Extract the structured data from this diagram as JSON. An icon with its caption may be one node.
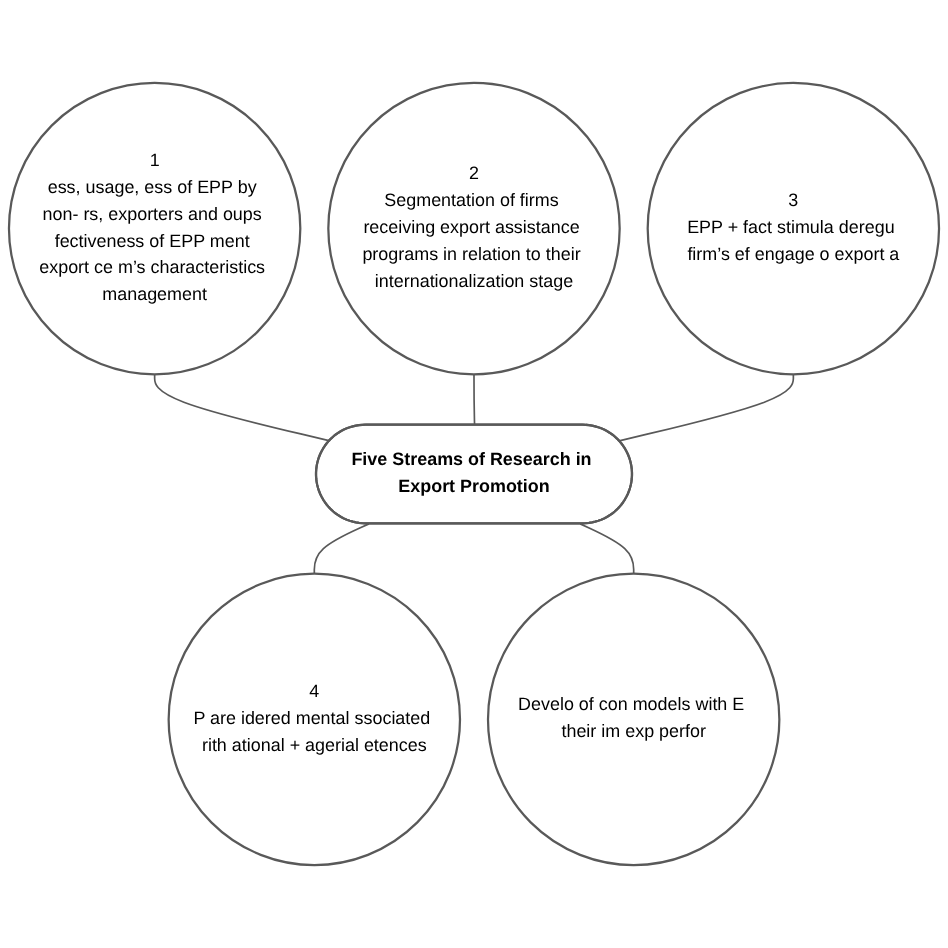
{
  "diagram": {
    "nodes": [
      {
        "text": [
          "1",
          "ess, usage, ess of EPP by non- rs, exporters and oups fectiveness of EPP ment export ce m’s characteristics management"
        ]
      },
      {
        "text": [
          "2",
          "Segmentation of firms receiving export assistance programs in relation to their internationalization stage"
        ]
      },
      {
        "text": [
          "3",
          "EPP + fact stimula deregu firm’s ef engage o export a"
        ]
      },
      {
        "text": [
          "Five Streams of Research in Export Promotion"
        ]
      },
      {
        "text": [
          "4",
          "P are idered mental ssociated rith ational + agerial etences"
        ]
      },
      {
        "text": [
          "Develo of con models with E their im exp perfor"
        ]
      }
    ],
    "edges": [
      {
        "from": 0,
        "to": 3,
        "arrow": "none"
      },
      {
        "from": 1,
        "to": 3,
        "arrow": "none"
      },
      {
        "from": 2,
        "to": 3,
        "arrow": "none"
      },
      {
        "from": 3,
        "to": 4,
        "arrow": "none"
      },
      {
        "from": 3,
        "to": 5,
        "arrow": "none"
      }
    ]
  }
}
